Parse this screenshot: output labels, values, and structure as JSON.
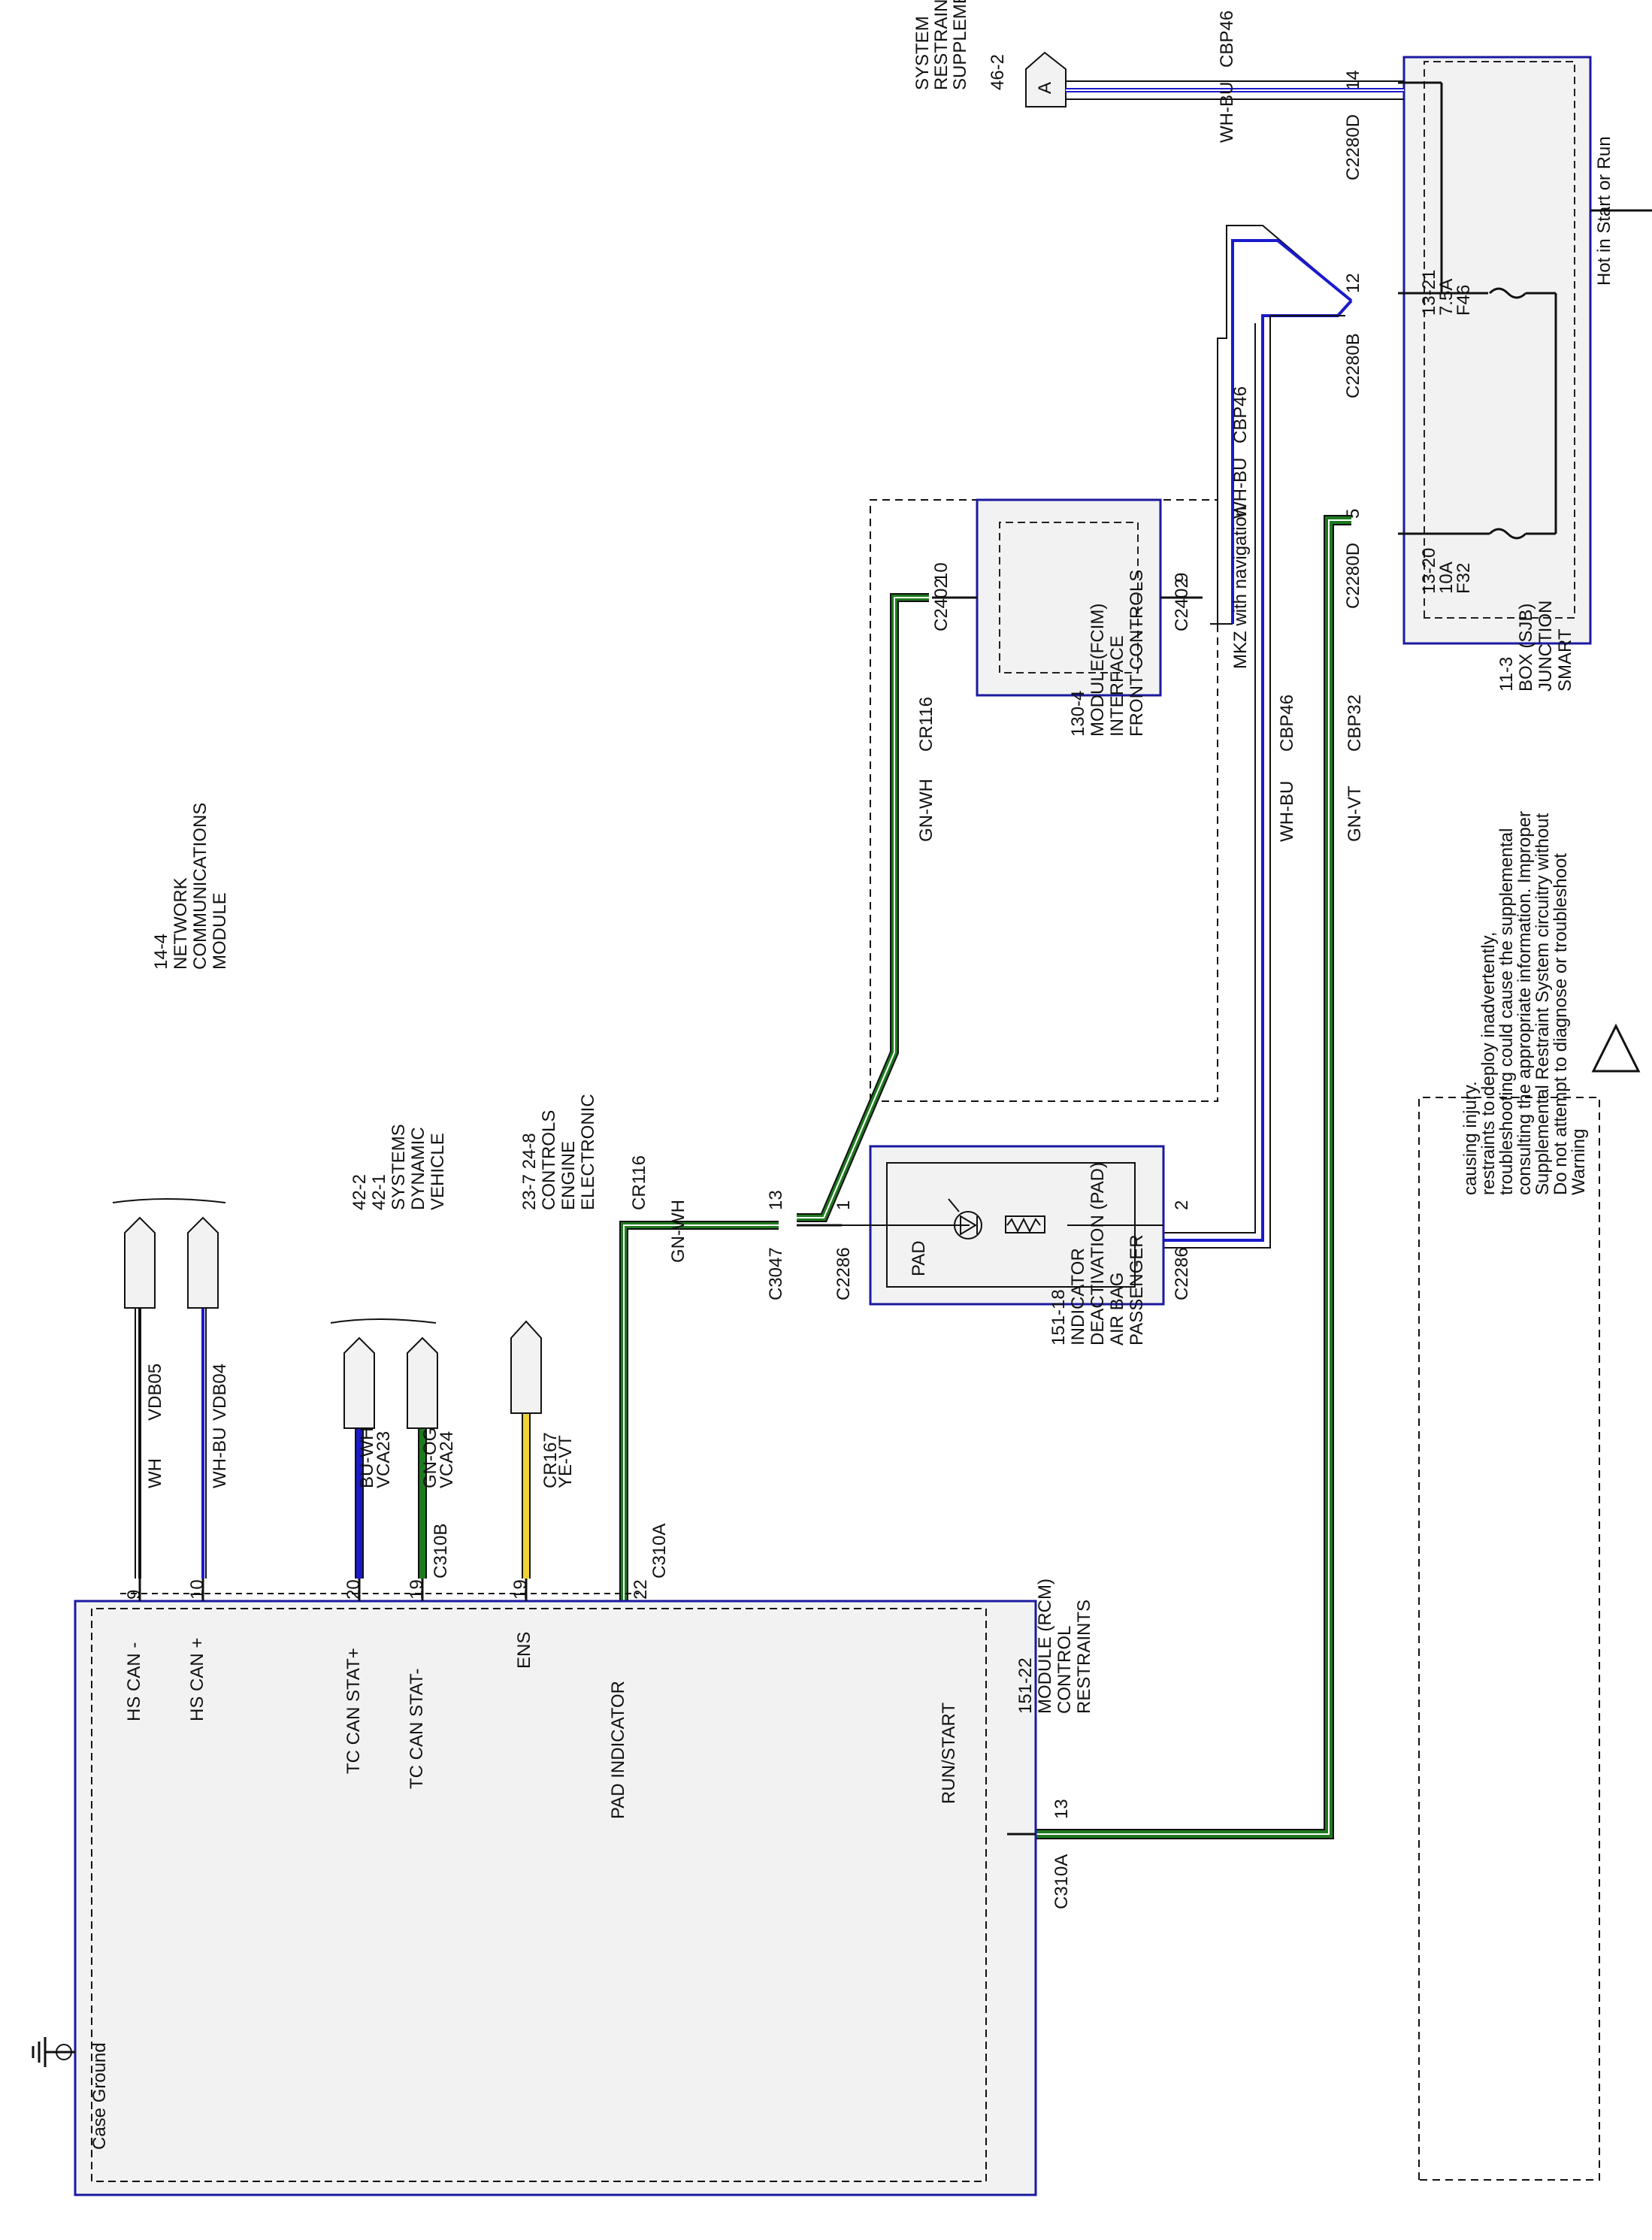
{
  "colors": {
    "module_border": "#1a1aa0",
    "module_fill": "#f2f2f2",
    "wire_green": "#1e7a1e",
    "wire_blue": "#1a1acc",
    "wire_yellow": "#f0d232",
    "wire_black": "#111111"
  },
  "sjb": {
    "header": "Hot in Start or Run",
    "name_lines": [
      "SMART",
      "JUNCTION",
      "BOX (SJB)",
      "11-3"
    ],
    "fuse_f46": [
      "F46",
      "7.5A",
      "13-21"
    ],
    "fuse_f32": [
      "F32",
      "10A",
      "13-20"
    ]
  },
  "srs": {
    "connector_letter": "A",
    "ref": "46-2",
    "name_lines": [
      "SUPPLEMENTAL",
      "RESTRAINT",
      "SYSTEM"
    ]
  },
  "wires": {
    "top_circuit": "CBP46",
    "top_color": "WH-BU",
    "mid_circuit": "CBP46",
    "mid_color": "WH-BU",
    "fcim_feed_circuit": "CBP46",
    "fcim_feed_color": "WH-BU",
    "pad_feed_circuit": "CBP46",
    "pad_feed_color": "WH-BU",
    "run_circuit": "CBP32",
    "run_color": "GN-VT",
    "fcim_out_circuit": "CR116",
    "fcim_out_color": "GN-WH",
    "rcm_pad_circuit": "CR116",
    "rcm_pad_color": "GN-WH",
    "ens_circuit": "CR167",
    "ens_color": "YE-VT",
    "tc_minus_circuit": "VCA24",
    "tc_minus_color": "GN-OG",
    "tc_plus_circuit": "VCA23",
    "tc_plus_color": "BU-WH",
    "hs_plus_circuit": "VDB04",
    "hs_plus_color": "WH-BU",
    "hs_minus_circuit": "VDB05",
    "hs_minus_color": "WH"
  },
  "pins": {
    "p14": "14",
    "c2280d_a": "C2280D",
    "p12": "12",
    "c2280b": "C2280B",
    "p5": "5",
    "c2280d_b": "C2280D",
    "p9": "9",
    "c2402_a": "C2402",
    "p10": "10",
    "c2402_b": "C2402",
    "p2": "2",
    "c2286_a": "C2286",
    "p1": "1",
    "c2286_b": "C2286",
    "p13a": "13",
    "c3047": "C3047",
    "p13b": "13",
    "c310a_a": "C310A",
    "p22": "22",
    "c310a_b": "C310A",
    "p19a": "19",
    "p19b": "19",
    "c310b": "C310B",
    "p20": "20",
    "p10b": "10",
    "p9b": "9"
  },
  "fcim": {
    "name_lines": [
      "FRONT CONTROLS",
      "INTERFACE",
      "MODULE(FCIM)",
      "130-4"
    ],
    "option": "MKZ with navigation"
  },
  "pad": {
    "inner_label": "PAD",
    "name_lines": [
      "PASSENGER",
      "AIR BAG",
      "DEACTIVATION (PAD)",
      "INDICATOR",
      "151-18"
    ]
  },
  "warning": {
    "lines": [
      "Warning",
      "Do not attempt to diagnose or troubleshoot",
      "Supplemental Restraint System circuitry without",
      "consulting the appropriate information. Improper",
      "troubleshooting could cause the supplemental",
      "restraints to deploy inadvertently,",
      "causing injury."
    ]
  },
  "rcm": {
    "name_lines": [
      "RESTRAINTS",
      "CONTROL",
      "MODULE (RCM)",
      "151-22"
    ],
    "run_start": "RUN/START",
    "pad_indicator": "PAD INDICATOR",
    "ens": "ENS",
    "tc_minus": "TC CAN STAT-",
    "tc_plus": "TC CAN STAT+",
    "hs_plus": "HS CAN +",
    "hs_minus": "HS CAN -",
    "case_ground": "Case Ground"
  },
  "eec": {
    "name_lines": [
      "ELECTRONIC",
      "ENGINE",
      "CONTROLS",
      "23-7   24-8"
    ]
  },
  "vds": {
    "name_lines": [
      "VEHICLE",
      "DYNAMIC",
      "SYSTEMS",
      "42-1",
      "42-2"
    ]
  },
  "mcn": {
    "name_lines": [
      "MODULE",
      "COMMUNICATIONS",
      "NETWORK",
      "14-4"
    ]
  }
}
